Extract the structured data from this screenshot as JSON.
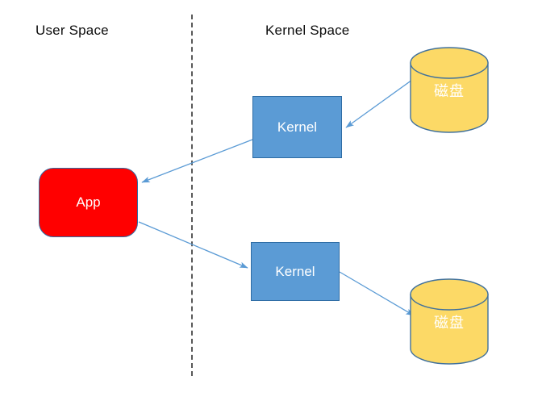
{
  "diagram": {
    "title_visible": false,
    "zones": [
      {
        "id": "user-space",
        "label": "User Space"
      },
      {
        "id": "kernel-space",
        "label": "Kernel Space"
      }
    ],
    "nodes": [
      {
        "id": "app",
        "label": "App",
        "shape": "rounded-rect",
        "fill": "#ff0000",
        "stroke": "#2e6ca4",
        "text_color": "#ffffff"
      },
      {
        "id": "kernel-top",
        "label": "Kernel",
        "shape": "rect",
        "fill": "#5b9bd5",
        "stroke": "#2e6ca4",
        "text_color": "#ffffff"
      },
      {
        "id": "kernel-bottom",
        "label": "Kernel",
        "shape": "rect",
        "fill": "#5b9bd5",
        "stroke": "#2e6ca4",
        "text_color": "#ffffff"
      },
      {
        "id": "disk-top",
        "label": "磁盘",
        "shape": "cylinder",
        "fill": "#fcd966",
        "stroke": "#41719c",
        "text_color": "#ffffff"
      },
      {
        "id": "disk-bottom",
        "label": "磁盘",
        "shape": "cylinder",
        "fill": "#fcd966",
        "stroke": "#41719c",
        "text_color": "#ffffff"
      }
    ],
    "edges": [
      {
        "id": "edge-kernel-top-to-app",
        "from": "kernel-top",
        "to": "app",
        "style": "solid-arrow",
        "color": "#5b9bd5"
      },
      {
        "id": "edge-disk-top-to-kernel-top",
        "from": "disk-top",
        "to": "kernel-top",
        "style": "solid-arrow",
        "color": "#5b9bd5"
      },
      {
        "id": "edge-app-to-kernel-bottom",
        "from": "app",
        "to": "kernel-bottom",
        "style": "solid-arrow",
        "color": "#5b9bd5"
      },
      {
        "id": "edge-kernel-bottom-to-disk-bottom",
        "from": "kernel-bottom",
        "to": "disk-bottom",
        "style": "solid-arrow",
        "color": "#5b9bd5"
      }
    ],
    "divider": {
      "id": "space-divider",
      "style": "dashed-vertical",
      "color": "#595959"
    },
    "colors": {
      "background": "#ffffff",
      "app_fill": "#ff0000",
      "kernel_fill": "#5b9bd5",
      "disk_fill": "#fcd966",
      "arrow": "#5b9bd5",
      "divider": "#595959",
      "label_text": "#0d0d0d"
    }
  }
}
